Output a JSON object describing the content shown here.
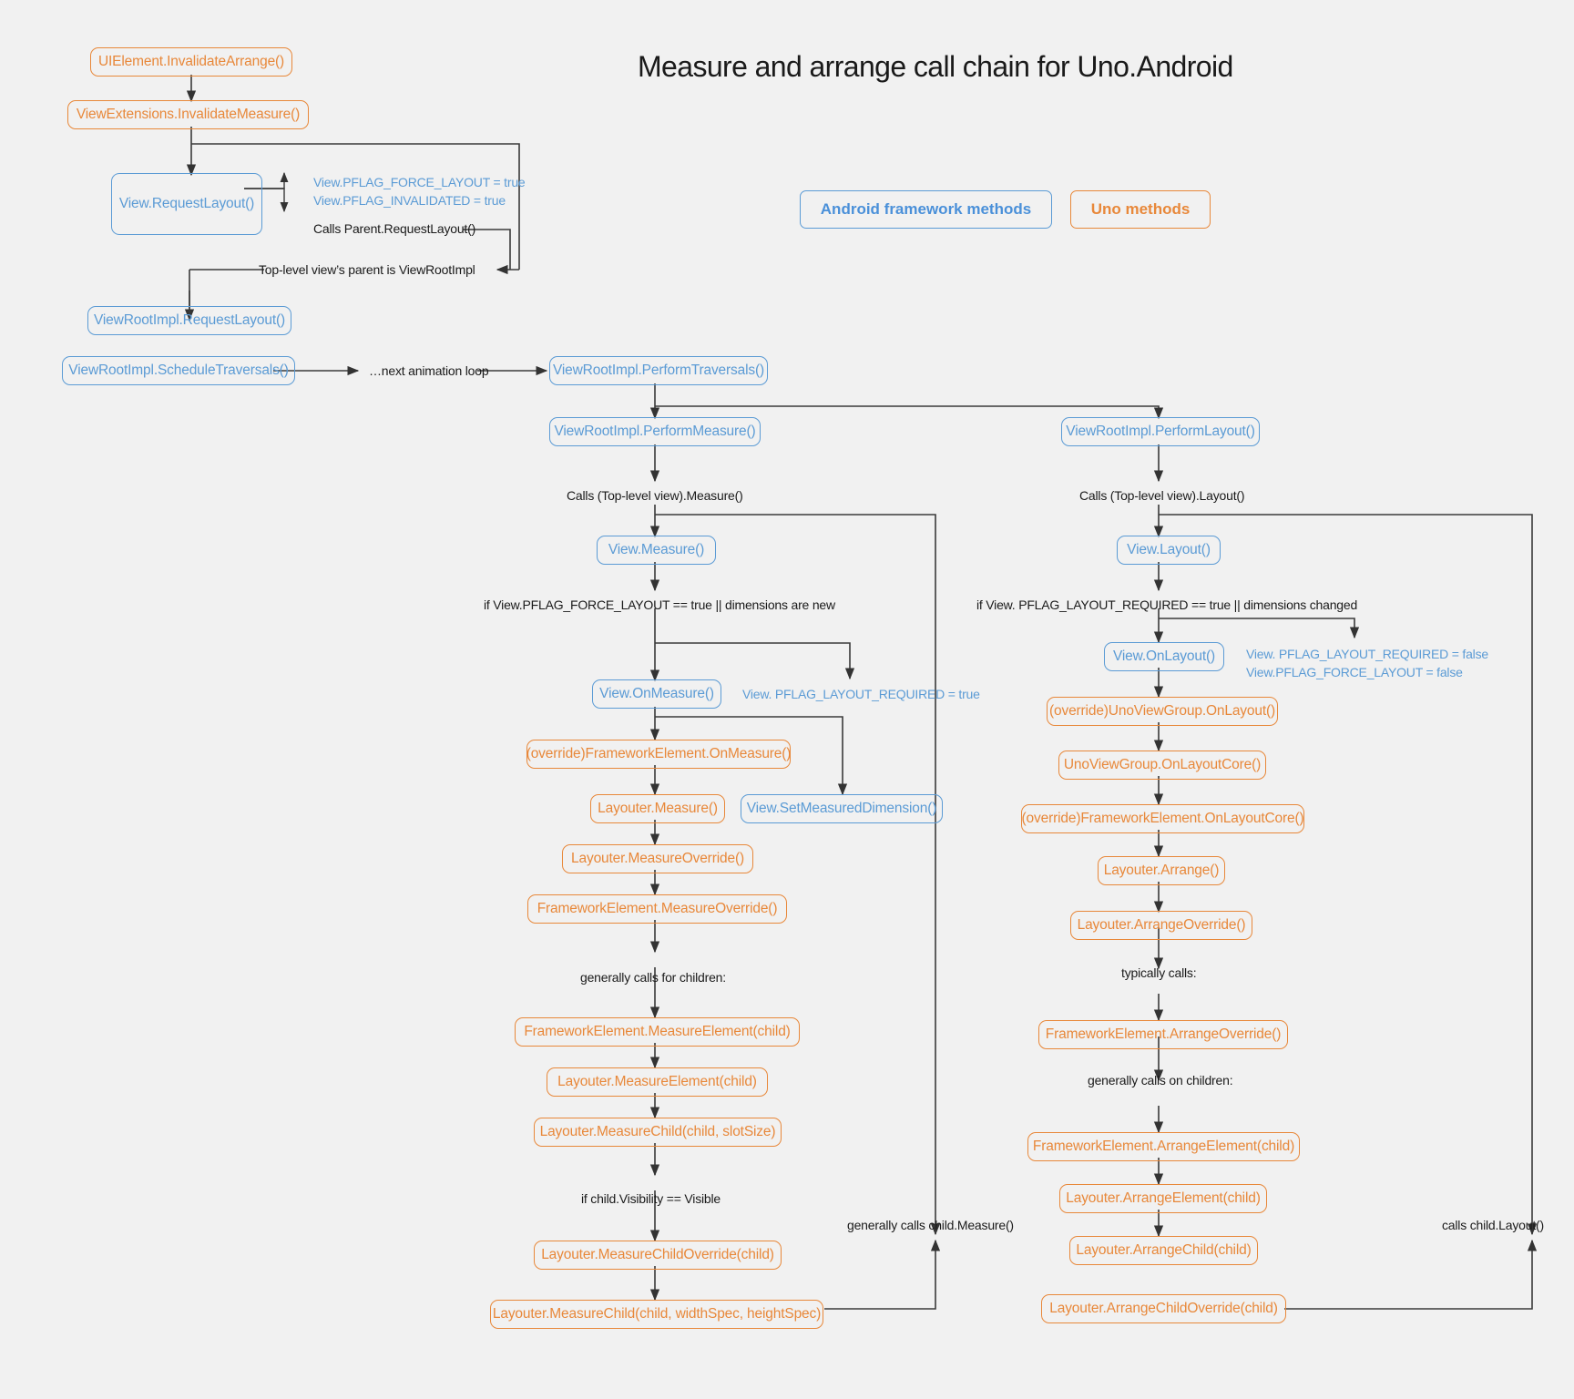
{
  "title": "Measure and arrange call chain for Uno.Android",
  "legend": {
    "android": "Android framework methods",
    "uno": "Uno methods"
  },
  "colors": {
    "uno": "#e8883a",
    "android": "#5b9bd5",
    "background": "#f1f1f1",
    "text": "#1a1a1a",
    "wire": "#404040"
  },
  "nodes": {
    "invalidate_arrange": "UIElement.InvalidateArrange()",
    "invalidate_measure": "ViewExtensions.InvalidateMeasure()",
    "view_request_layout": "View.RequestLayout()",
    "vri_request_layout": "ViewRootImpl.RequestLayout()",
    "vri_schedule_traversals": "ViewRootImpl.ScheduleTraversals()",
    "vri_perform_traversals": "ViewRootImpl.PerformTraversals()",
    "vri_perform_measure": "ViewRootImpl.PerformMeasure()",
    "vri_perform_layout": "ViewRootImpl.PerformLayout()",
    "view_measure": "View.Measure()",
    "view_layout": "View.Layout()",
    "view_onmeasure": "View.OnMeasure()",
    "view_onlayout": "View.OnLayout()",
    "fe_onmeasure": "(override)FrameworkElement.OnMeasure()",
    "uvg_onlayout": "(override)UnoViewGroup.OnLayout()",
    "layouter_measure": "Layouter.Measure()",
    "view_setmeasureddimension": "View.SetMeasuredDimension()",
    "uvg_onlayoutcore": "UnoViewGroup.OnLayoutCore()",
    "fe_onlayoutcore": "(override)FrameworkElement.OnLayoutCore()",
    "layouter_measureoverride": "Layouter.MeasureOverride()",
    "layouter_arrange": "Layouter.Arrange()",
    "fe_measureoverride": "FrameworkElement.MeasureOverride()",
    "layouter_arrangeoverride": "Layouter.ArrangeOverride()",
    "fe_arrangeoverride": "FrameworkElement.ArrangeOverride()",
    "fe_measureelement": "FrameworkElement.MeasureElement(child)",
    "fe_arrangeelement": "FrameworkElement.ArrangeElement(child)",
    "layouter_measureelement": "Layouter.MeasureElement(child)",
    "layouter_arrangeelement": "Layouter.ArrangeElement(child)",
    "layouter_measurechild_slot": "Layouter.MeasureChild(child, slotSize)",
    "layouter_arrangechild": "Layouter.ArrangeChild(child)",
    "layouter_measurechildoverride": "Layouter.MeasureChildOverride(child)",
    "layouter_arrangechildoverride": "Layouter.ArrangeChildOverride(child)",
    "layouter_measurechild_spec": "Layouter.MeasureChild(child, widthSpec, heightSpec)"
  },
  "notes": {
    "pflag_force_layout_true": "View.PFLAG_FORCE_LAYOUT = true",
    "pflag_invalidated_true": "View.PFLAG_INVALIDATED = true",
    "calls_parent_request_layout": "Calls Parent.RequestLayout()",
    "top_level_parent": "Top-level view’s parent is ViewRootImpl",
    "next_animation_loop": "…next animation loop",
    "calls_top_level_measure": "Calls (Top-level view).Measure()",
    "calls_top_level_layout": "Calls (Top-level view).Layout()",
    "if_force_layout": "if View.PFLAG_FORCE_LAYOUT == true || dimensions are new",
    "if_layout_required": "if View. PFLAG_LAYOUT_REQUIRED == true || dimensions changed",
    "pflag_layout_required_true": "View. PFLAG_LAYOUT_REQUIRED = true",
    "pflag_layout_required_false": "View. PFLAG_LAYOUT_REQUIRED = false",
    "pflag_force_layout_false": "View.PFLAG_FORCE_LAYOUT = false",
    "generally_calls_for_children": "generally calls for children:",
    "typically_calls": "typically calls:",
    "generally_calls_on_children": "generally calls on children:",
    "if_child_visible": "if child.Visibility == Visible",
    "generally_calls_child_measure": "generally calls child.Measure()",
    "calls_child_layout": "calls child.Layout()"
  }
}
